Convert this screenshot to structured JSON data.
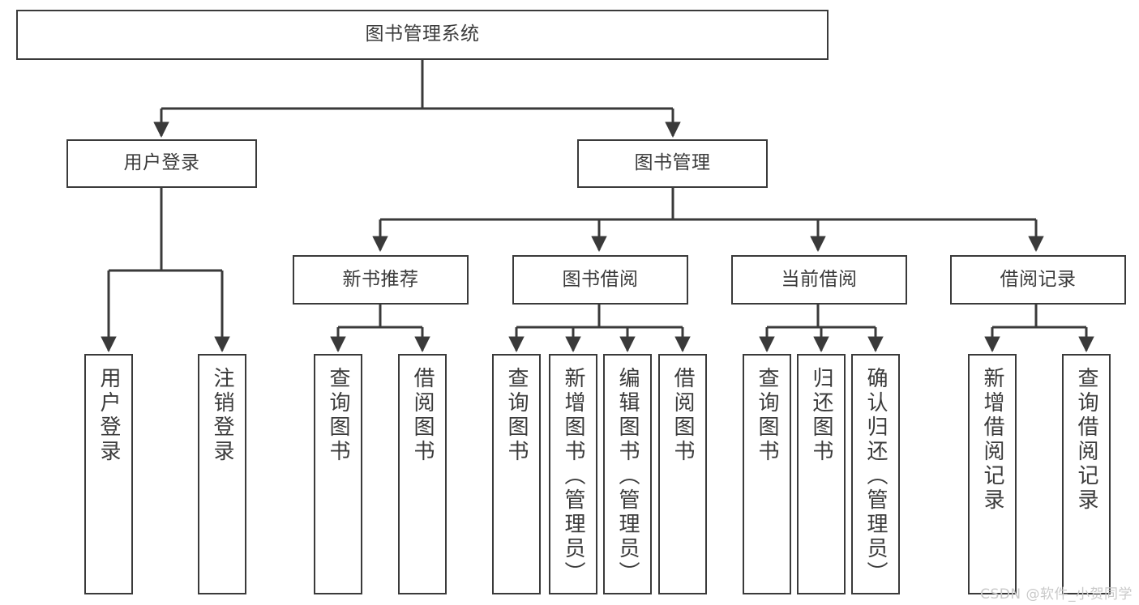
{
  "diagram": {
    "title": "图书管理系统",
    "type": "tree-hierarchy",
    "watermark": "CSDN @软件_小贺同学",
    "colors": {
      "background": "#ffffff",
      "node_border": "#3a3a3a",
      "node_fill": "#ffffff",
      "edge": "#3a3a3a",
      "text": "#3b3b3b",
      "watermark": "#c9c9c9"
    },
    "nodes": {
      "root": {
        "label": "图书管理系统",
        "level": 0
      },
      "user_login": {
        "label": "用户登录",
        "level": 1
      },
      "book_manage": {
        "label": "图书管理",
        "level": 1
      },
      "new_book_rec": {
        "label": "新书推荐",
        "level": 2
      },
      "book_borrow": {
        "label": "图书借阅",
        "level": 2
      },
      "current_borrow": {
        "label": "当前借阅",
        "level": 2
      },
      "borrow_record": {
        "label": "借阅记录",
        "level": 2
      },
      "leaf_user_login": {
        "label": "用户登录",
        "level": 2
      },
      "leaf_logout": {
        "label": "注销登录",
        "level": 2
      },
      "leaf_query_book_1": {
        "label": "查询图书",
        "level": 3
      },
      "leaf_borrow_book_1": {
        "label": "借阅图书",
        "level": 3
      },
      "leaf_query_book_2": {
        "label": "查询图书",
        "level": 3
      },
      "leaf_add_book": {
        "label": "新增图书（管理员）",
        "level": 3
      },
      "leaf_edit_book": {
        "label": "编辑图书（管理员）",
        "level": 3
      },
      "leaf_borrow_book_2": {
        "label": "借阅图书",
        "level": 3
      },
      "leaf_query_book_3": {
        "label": "查询图书",
        "level": 3
      },
      "leaf_return_book": {
        "label": "归还图书",
        "level": 3
      },
      "leaf_confirm_return": {
        "label": "确认归还（管理员）",
        "level": 3
      },
      "leaf_add_record": {
        "label": "新增借阅记录",
        "level": 3
      },
      "leaf_query_record": {
        "label": "查询借阅记录",
        "level": 3
      }
    },
    "edges": [
      {
        "from": "root",
        "to": "user_login"
      },
      {
        "from": "root",
        "to": "book_manage"
      },
      {
        "from": "user_login",
        "to": "leaf_user_login"
      },
      {
        "from": "user_login",
        "to": "leaf_logout"
      },
      {
        "from": "book_manage",
        "to": "new_book_rec"
      },
      {
        "from": "book_manage",
        "to": "book_borrow"
      },
      {
        "from": "book_manage",
        "to": "current_borrow"
      },
      {
        "from": "book_manage",
        "to": "borrow_record"
      },
      {
        "from": "new_book_rec",
        "to": "leaf_query_book_1"
      },
      {
        "from": "new_book_rec",
        "to": "leaf_borrow_book_1"
      },
      {
        "from": "book_borrow",
        "to": "leaf_query_book_2"
      },
      {
        "from": "book_borrow",
        "to": "leaf_add_book"
      },
      {
        "from": "book_borrow",
        "to": "leaf_edit_book"
      },
      {
        "from": "book_borrow",
        "to": "leaf_borrow_book_2"
      },
      {
        "from": "current_borrow",
        "to": "leaf_query_book_3"
      },
      {
        "from": "current_borrow",
        "to": "leaf_return_book"
      },
      {
        "from": "current_borrow",
        "to": "leaf_confirm_return"
      },
      {
        "from": "borrow_record",
        "to": "leaf_add_record"
      },
      {
        "from": "borrow_record",
        "to": "leaf_query_record"
      }
    ]
  }
}
